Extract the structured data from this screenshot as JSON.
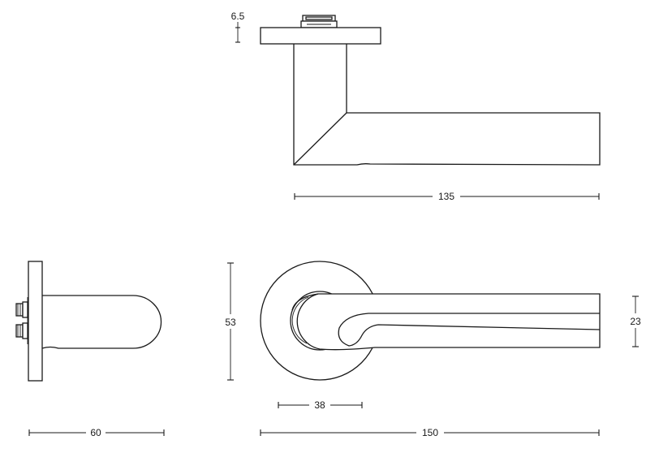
{
  "dimensions": {
    "rose_thickness": "6.5",
    "lever_length_top": "135",
    "rose_diameter": "53",
    "lever_height": "23",
    "neck_offset": "38",
    "projection": "60",
    "lever_length_front": "150"
  }
}
